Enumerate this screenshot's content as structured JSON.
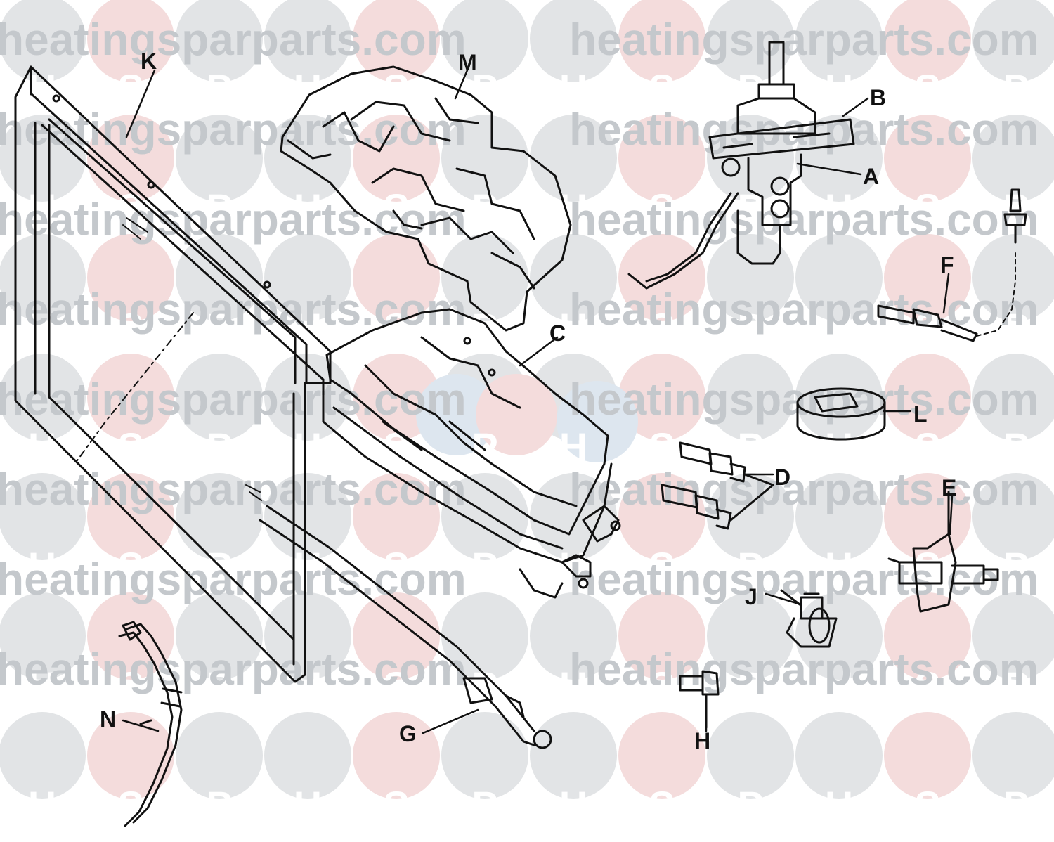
{
  "watermark": {
    "text": "heatingsparparts.com",
    "letters": [
      "H",
      "S",
      "P"
    ],
    "colors": {
      "text": "#c4c8cc",
      "circle_gray": "#e2e4e6",
      "circle_pink": "#f4dcdc",
      "circle_blue": "#dde6ef"
    }
  },
  "diagram": {
    "line_color": "#111111",
    "callouts": [
      {
        "id": "K",
        "label": "K"
      },
      {
        "id": "M",
        "label": "M"
      },
      {
        "id": "B",
        "label": "B"
      },
      {
        "id": "A",
        "label": "A"
      },
      {
        "id": "F",
        "label": "F"
      },
      {
        "id": "C",
        "label": "C"
      },
      {
        "id": "L",
        "label": "L"
      },
      {
        "id": "D",
        "label": "D"
      },
      {
        "id": "E",
        "label": "E"
      },
      {
        "id": "J",
        "label": "J"
      },
      {
        "id": "N",
        "label": "N"
      },
      {
        "id": "G",
        "label": "G"
      },
      {
        "id": "H",
        "label": "H"
      }
    ]
  }
}
